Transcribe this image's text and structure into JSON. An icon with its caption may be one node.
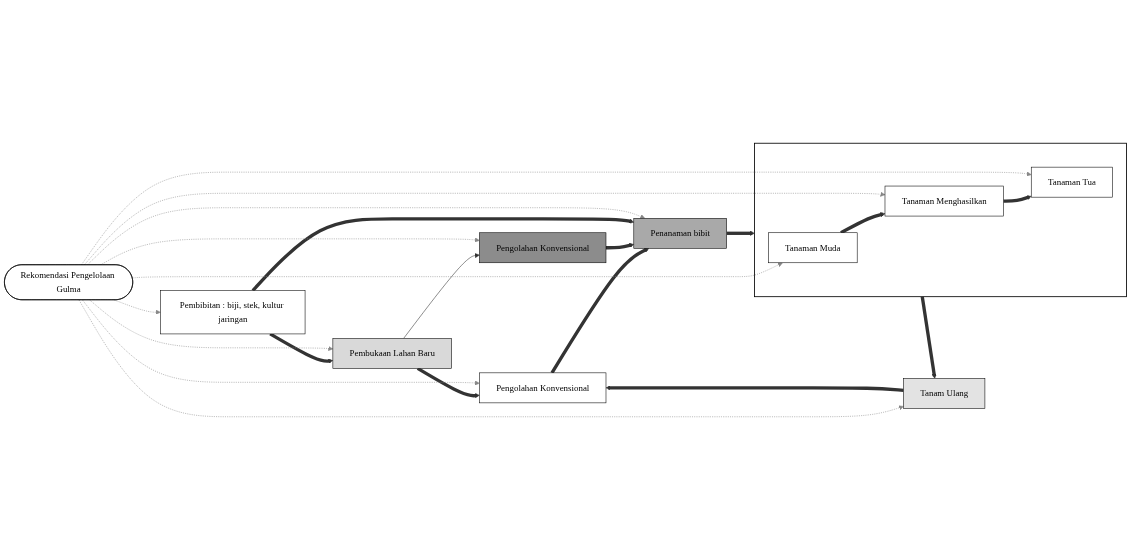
{
  "diagram": {
    "nodes": [
      {
        "text": [
          "Pengolahan Konvensional"
        ]
      },
      {
        "text": [
          "Pengolahan Konvensional"
        ]
      },
      {
        "text": [
          "Penanaman bibit"
        ]
      },
      {
        "text": [],
        "shape": "box"
      },
      {
        "text": [
          "Tanaman Muda"
        ],
        "in": 3
      },
      {
        "text": [
          "Tanaman Menghasilkan"
        ],
        "in": 3
      },
      {
        "text": [
          "Tanaman Tua"
        ],
        "in": 3
      },
      {
        "text": [
          "Pembukaan Lahan Baru"
        ]
      },
      {
        "text": [
          "Rekomendasi Pengelolaan Gulma"
        ]
      },
      {
        "text": [
          "Pembibitan : biji, stek, kultur jaringan"
        ]
      },
      {
        "text": [
          "Tanam Ulang"
        ]
      }
    ],
    "edges": [
      {
        "from": 0,
        "to": 2,
        "arrow": "to",
        "style": "thick"
      },
      {
        "from": 1,
        "to": 2,
        "arrow": "to",
        "style": "thick"
      },
      {
        "from": 2,
        "to": 3,
        "arrow": "to",
        "style": "thick"
      },
      {
        "from": 4,
        "to": 5,
        "arrow": "to",
        "style": "thick"
      },
      {
        "from": 5,
        "to": 6,
        "arrow": "to",
        "style": "thick"
      },
      {
        "from": 3,
        "to": 10,
        "arrow": "to",
        "style": "thick"
      },
      {
        "from": 10,
        "to": 0,
        "arrow": "to",
        "style": "thick"
      },
      {
        "from": 7,
        "to": 0,
        "arrow": "to",
        "style": "thick"
      },
      {
        "from": 7,
        "to": 1,
        "arrow": "to"
      },
      {
        "from": 9,
        "to": 7,
        "arrow": "to",
        "style": "thick"
      },
      {
        "from": 9,
        "to": 2,
        "arrow": "to",
        "style": "thick"
      },
      {
        "from": 8,
        "to": 0,
        "arrow": "to",
        "style": "dashed",
        "color": "#888888"
      },
      {
        "from": 8,
        "to": 1,
        "arrow": "to",
        "style": "dashed",
        "color": "#888888"
      },
      {
        "from": 8,
        "to": 2,
        "arrow": "to",
        "style": "dashed",
        "color": "#888888"
      },
      {
        "from": 8,
        "to": 4,
        "arrow": "to",
        "style": "dashed",
        "color": "#888888"
      },
      {
        "from": 8,
        "to": 5,
        "arrow": "to",
        "style": "dashed",
        "color": "#888888"
      },
      {
        "from": 8,
        "to": 6,
        "arrow": "to",
        "style": "dashed",
        "color": "#888888"
      },
      {
        "from": 8,
        "to": 7,
        "arrow": "to",
        "style": "dashed",
        "color": "#888888"
      },
      {
        "from": 8,
        "to": 9,
        "arrow": "to",
        "style": "dashed",
        "color": "#888888"
      },
      {
        "from": 8,
        "to": 10,
        "arrow": "to",
        "style": "dashed",
        "color": "#888888"
      }
    ]
  }
}
